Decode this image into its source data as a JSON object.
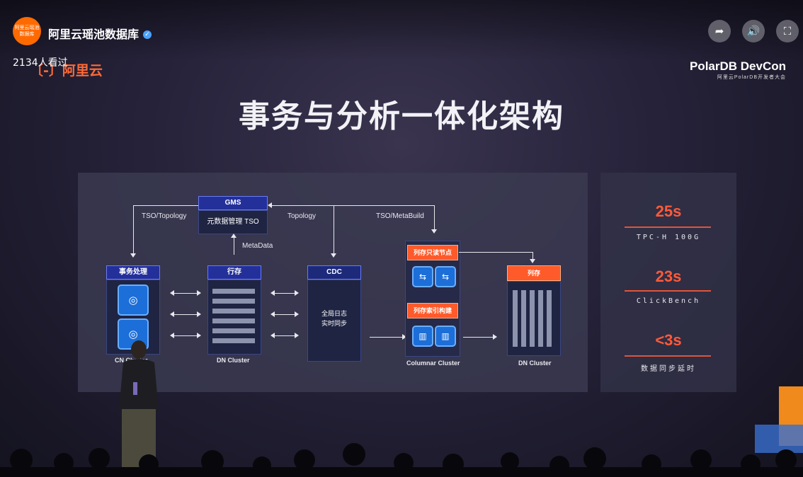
{
  "channel": {
    "name": "阿里云瑶池数据库",
    "avatar_text": "阿里云瑶池数据库",
    "viewers": "2134人看过"
  },
  "controls": [
    {
      "name": "share-button",
      "icon": "share-icon",
      "glyph": "➦"
    },
    {
      "name": "volume-button",
      "icon": "volume-icon",
      "glyph": "🔊"
    },
    {
      "name": "fullscreen-button",
      "icon": "fullscreen-icon",
      "glyph": "⛶"
    }
  ],
  "slide": {
    "logo": "〔-〕阿里云",
    "devcon_title": "PolarDB DevCon",
    "devcon_sub": "阿里云PolarDB开发者大会",
    "title": "事务与分析一体化架构",
    "gms": {
      "header": "GMS",
      "body": "元数据管理 TSO"
    },
    "labels": {
      "tso_topology": "TSO/Topology",
      "topology": "Topology",
      "tso_metabuild": "TSO/MetaBuild",
      "metadata": "MetaData"
    },
    "cn": {
      "header": "事务处理",
      "caption": "CN Cluster"
    },
    "dn": {
      "header": "行存",
      "caption": "DN Cluster"
    },
    "cdc": {
      "header": "CDC",
      "line1": "全局日志",
      "line2": "实时同步"
    },
    "columnar": {
      "node1": "列存只读节点",
      "node2": "列存索引构建",
      "caption": "Columnar Cluster"
    },
    "dn2": {
      "header": "列存",
      "caption": "DN Cluster"
    }
  },
  "stats": [
    {
      "value": "25s",
      "label": "TPC-H 100G"
    },
    {
      "value": "23s",
      "label": "ClickBench"
    },
    {
      "value": "<3s",
      "label": "数据同步延时"
    }
  ],
  "colors": {
    "accent": "#ff5a2a",
    "chip": "#1c6ed8",
    "header": "#24309a"
  }
}
